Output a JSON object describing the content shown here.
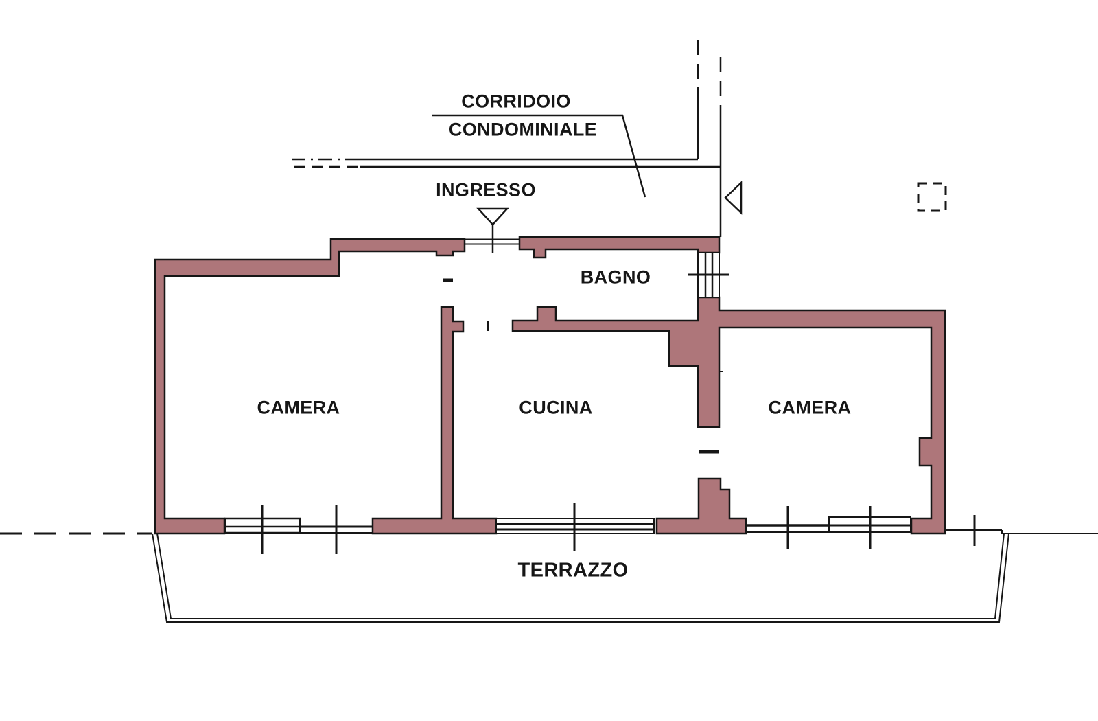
{
  "plan": {
    "type": "apartment-floor-plan",
    "labels": {
      "corridor_line1": "CORRIDOIO",
      "corridor_line2": "CONDOMINIALE",
      "entrance": "INGRESSO",
      "bathroom": "BAGNO",
      "bedroom_left": "CAMERA",
      "kitchen": "CUCINA",
      "bedroom_right": "CAMERA",
      "terrace": "TERRAZZO"
    },
    "colors": {
      "wall_fill": "#ae767a",
      "line": "#161616",
      "background": "#ffffff"
    },
    "symbols": {
      "entrance_marker": "downward-triangle-arrow",
      "corridor_door": "left-triangle-door-swing",
      "interior_doors": "thick-dash-opening-marks",
      "windows": "parallel-sill-lines-with-tick-marks",
      "shaft": "dashed-square",
      "boundaries": "dashed-lines"
    }
  }
}
